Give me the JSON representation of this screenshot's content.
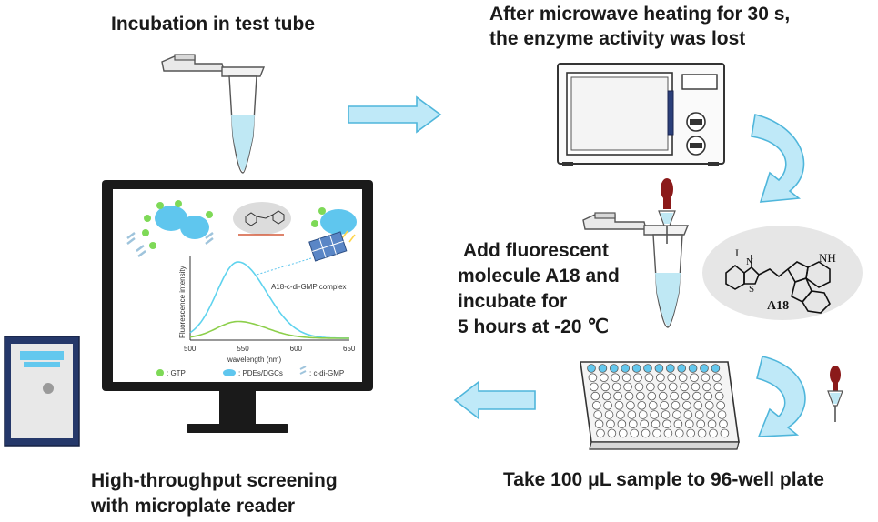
{
  "steps": {
    "incubation": "Incubation in test tube",
    "microwave_line1": "After microwave heating for 30 s,",
    "microwave_line2": "the enzyme activity was lost",
    "add_line1": "Add fluorescent",
    "add_line2": "molecule A18 and",
    "add_line3": "incubate for",
    "add_line4": "5 hours at -20 ℃",
    "take_sample": "Take 100 μL sample to 96-well plate",
    "screening_line1": "High-throughput screening",
    "screening_line2": "with microplate reader"
  },
  "molecule": {
    "name": "A18",
    "nh": "NH",
    "iodide": "I",
    "nplus": "N",
    "sulfur": "S"
  },
  "monitor_chart": {
    "complex_label": "A18-c-di-GMP complex",
    "y_axis_label": "Fluorescence intensity",
    "x_axis_label": "wavelength (nm)",
    "x_ticks": [
      "500",
      "550",
      "600",
      "650"
    ],
    "legend": [
      {
        "label": ": GTP",
        "color": "#7ed957"
      },
      {
        "label": ": PDEs/DGCs",
        "color": "#5fc6ee"
      },
      {
        "label": ": c-di-GMP",
        "color": "#9fc4dc"
      }
    ],
    "series": [
      {
        "name": "",
        "color": "#5fd3ee",
        "peak_nm": 545,
        "peak_rel": 1.0
      },
      {
        "name": "",
        "color": "#8ccf4a",
        "peak_nm": 545,
        "peak_rel": 0.22
      }
    ]
  },
  "colors": {
    "arrow_fill": "#bfe9f8",
    "arrow_stroke": "#4fb6db",
    "liquid": "#bfe8f4",
    "dropper": "#8b1a1a"
  }
}
